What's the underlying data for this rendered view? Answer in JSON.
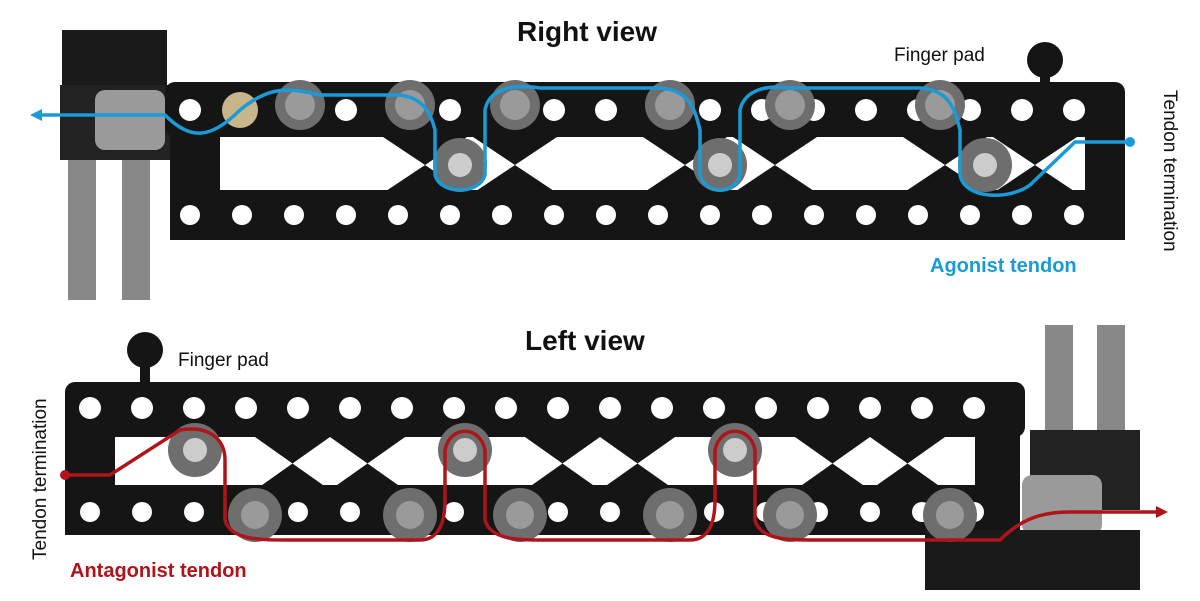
{
  "right_view": {
    "title": "Right view",
    "finger_pad_label": "Finger pad",
    "termination_label": "Tendon termination",
    "tendon_label": "Agonist tendon",
    "tendon_color": "#1a9bd7"
  },
  "left_view": {
    "title": "Left view",
    "finger_pad_label": "Finger pad",
    "termination_label": "Tendon termination",
    "tendon_label": "Antagonist tendon",
    "tendon_color": "#b0141b"
  }
}
